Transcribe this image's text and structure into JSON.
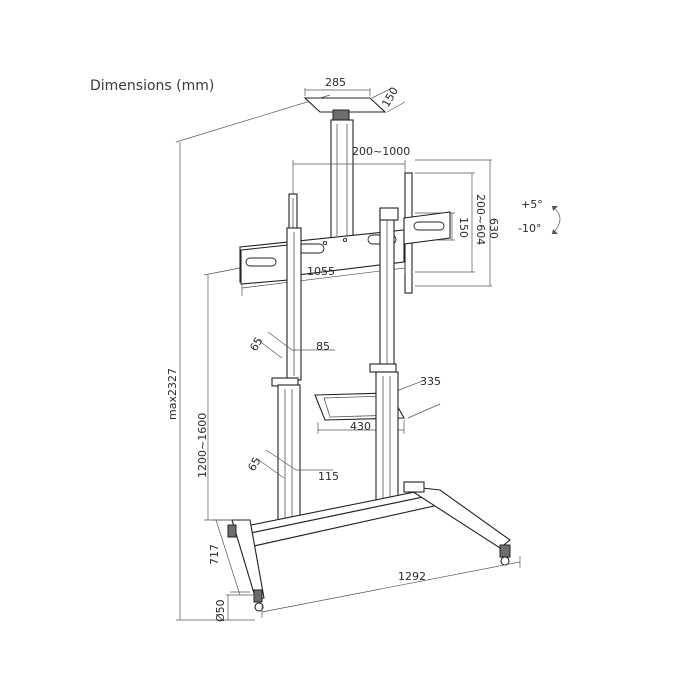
{
  "title": "Dimensions (mm)",
  "labels": {
    "top_plate_w": "285",
    "top_plate_d": "150",
    "bracket_range": "200~1000",
    "vesa_h_outer": "630",
    "vesa_h_range": "200~604",
    "vesa_h_inner": "150",
    "tilt_up": "+5°",
    "tilt_down": "-10°",
    "mount_width": "1055",
    "total_height": "max2327",
    "height_range": "1200~1600",
    "col_upper_d": "65",
    "col_upper_w": "85",
    "shelf_d": "335",
    "shelf_w": "430",
    "col_lower_d": "65",
    "col_lower_w": "115",
    "base_depth": "717",
    "base_width": "1292",
    "wheel_dia": "Ø50"
  }
}
